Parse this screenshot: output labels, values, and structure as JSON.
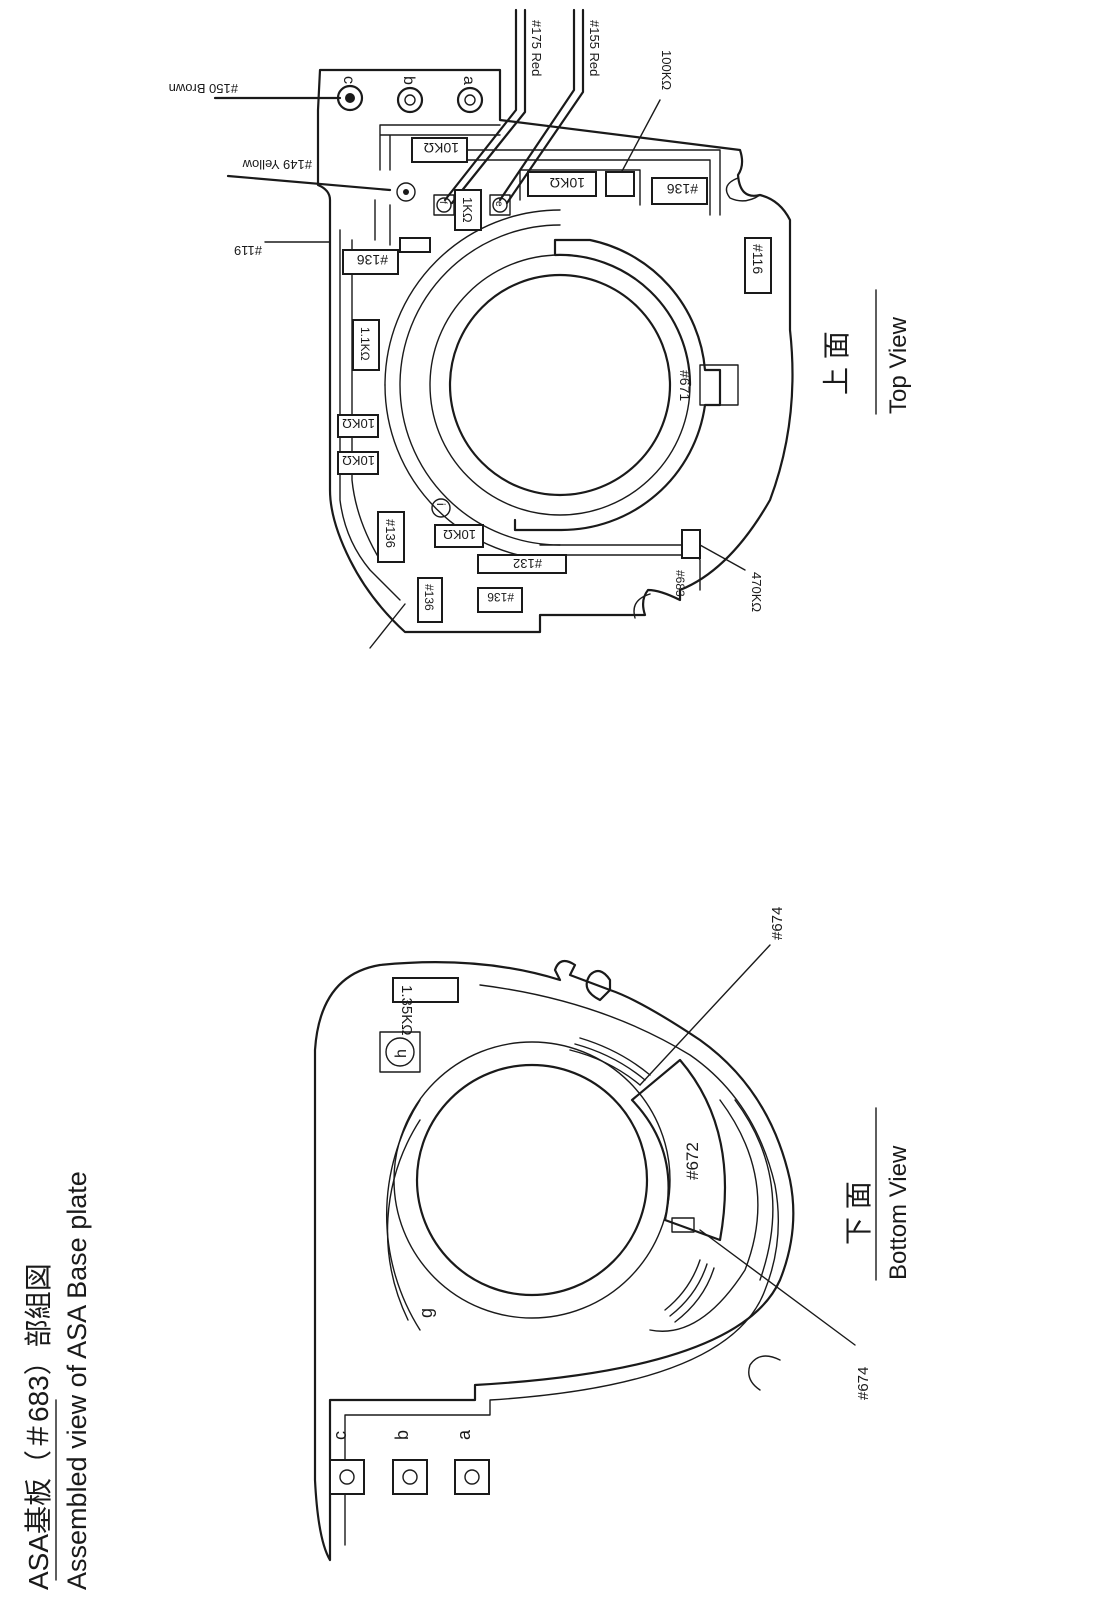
{
  "title": {
    "japanese": "ASA基板（＃683）部組図",
    "english": "Assembled view of ASA Base plate"
  },
  "bottom_view": {
    "label_jp": "下 面",
    "label_en": "Bottom View",
    "terminals": [
      "a",
      "b",
      "c"
    ],
    "pad_g": "g",
    "pad_h": "h",
    "resistor": "1.35KΩ",
    "part_center": "#672",
    "callout_top": "#674",
    "callout_bottom": "#674"
  },
  "top_view": {
    "label_jp": "上 面",
    "label_en": "Top View",
    "terminals": [
      "a",
      "b",
      "c"
    ],
    "wire_brown": "#150 Brown",
    "wire_yellow": "#149 Yellow",
    "wire_red_1": "#175 Red",
    "wire_red_2": "#155 Red",
    "label_100k": "100KΩ",
    "label_470k": "470KΩ",
    "label_119": "#119",
    "part_center": "#671",
    "part_683": "#683",
    "res_10k": "10KΩ",
    "res_1k": "1KΩ",
    "res_1_1k": "1.1KΩ",
    "part_136": "#136",
    "part_116": "#116",
    "part_132": "#132",
    "pad_f": "f",
    "pad_e": "e",
    "pad_i": "i"
  }
}
